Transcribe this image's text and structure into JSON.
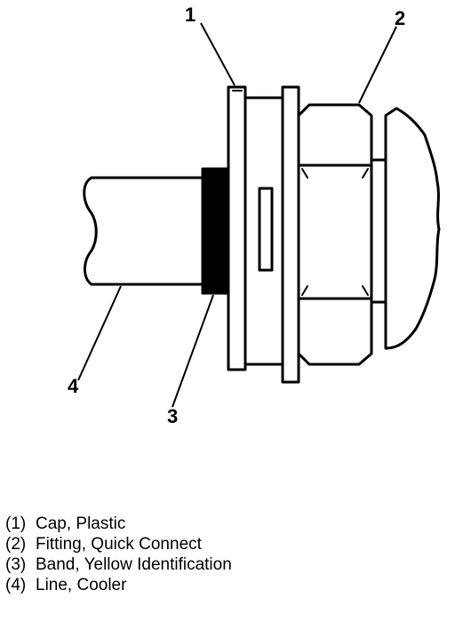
{
  "callouts": [
    "1",
    "2",
    "3",
    "4"
  ],
  "legend": [
    {
      "number": "(1)",
      "label": "Cap, Plastic"
    },
    {
      "number": "(2)",
      "label": "Fitting, Quick Connect"
    },
    {
      "number": "(3)",
      "label": "Band, Yellow Identification"
    },
    {
      "number": "(4)",
      "label": "Line, Cooler"
    }
  ]
}
